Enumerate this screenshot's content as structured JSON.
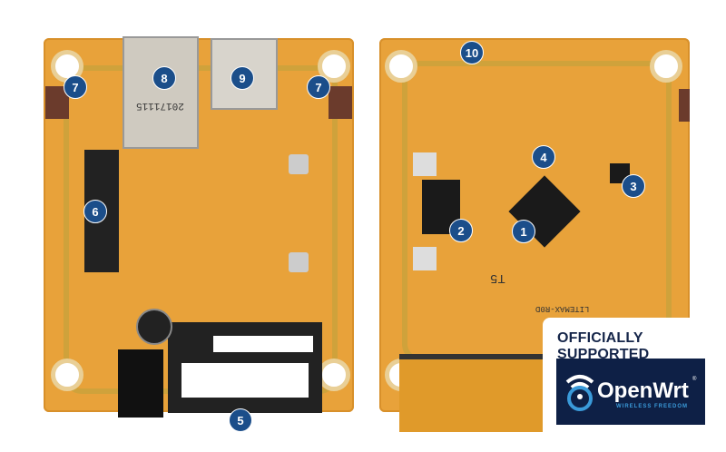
{
  "callouts": {
    "left_board": [
      "7",
      "8",
      "9",
      "7",
      "6",
      "5"
    ],
    "right_board": [
      "10",
      "4",
      "3",
      "2",
      "1"
    ]
  },
  "silkscreen": {
    "date_code": "20171115",
    "board_label": "T5",
    "board_name": "LITEMAX-R0D"
  },
  "badge": {
    "title": "OFFICIALLY SUPPORTED",
    "logo_text": "OpenWrt",
    "logo_registered": "®",
    "logo_tagline": "WIRELESS FREEDOM",
    "logo_bg": "#0e2046",
    "logo_accent": "#3a9ad9"
  },
  "colors": {
    "callout": "#1b4e8a",
    "pcb": "#e8a23a"
  }
}
